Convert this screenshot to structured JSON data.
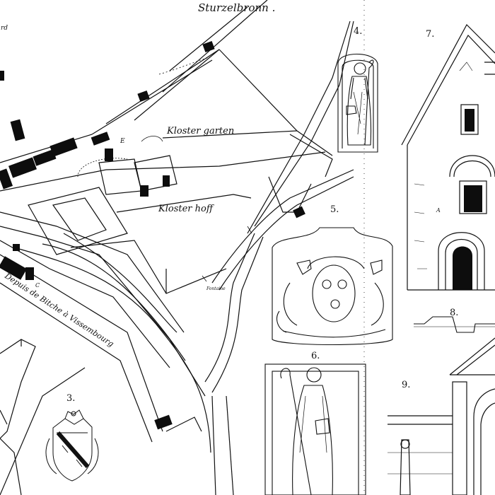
{
  "map": {
    "labels": {
      "village": "Sturzelbronn .",
      "garden": "Kloster garten",
      "court": "Kloster hoff",
      "road": "Depuis de Bitche à Vissembourg",
      "fountain": "Fontaine",
      "mark_e": "E",
      "mark_c": "C",
      "mark_a": "A",
      "corner_fragment": "rd"
    },
    "figures": [
      "3.",
      "4.",
      "5.",
      "6.",
      "7.",
      "8.",
      "9."
    ]
  }
}
